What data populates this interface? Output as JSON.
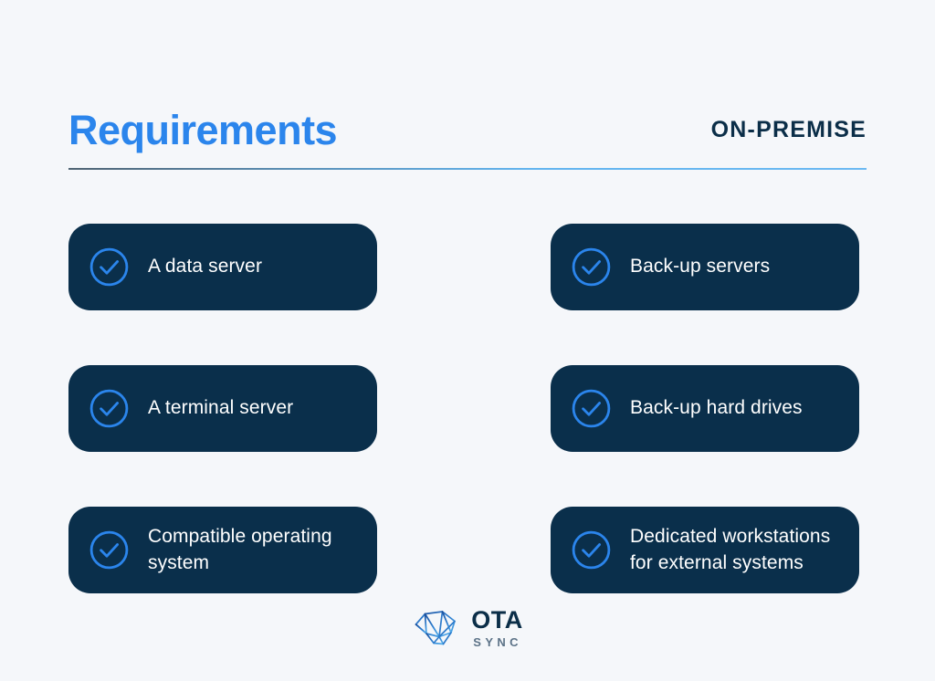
{
  "header": {
    "title": "Requirements",
    "tag": "ON-PREMISE"
  },
  "colors": {
    "background": "#f5f7fa",
    "title_blue": "#2b85ec",
    "navy": "#0a2f4b",
    "card_text": "#ffffff",
    "check_blue": "#2b85ec",
    "divider_left": "#4f6373",
    "divider_right": "#6cb9f2",
    "logo_dark": "#0b2e48",
    "logo_sub": "#5c7287"
  },
  "cards": [
    {
      "icon": "circle-check-icon",
      "label": "A data server"
    },
    {
      "icon": "circle-check-icon",
      "label": "Back-up servers"
    },
    {
      "icon": "circle-check-icon",
      "label": "A terminal server"
    },
    {
      "icon": "circle-check-icon",
      "label": "Back-up hard drives"
    },
    {
      "icon": "circle-check-icon",
      "label": "Compatible operating system"
    },
    {
      "icon": "circle-check-icon",
      "label": "Dedicated workstations for external systems"
    }
  ],
  "footer": {
    "logo_mark": "ota-sync-polygon-logo-icon",
    "logo_main": "OTA",
    "logo_sub": "SYNC"
  }
}
